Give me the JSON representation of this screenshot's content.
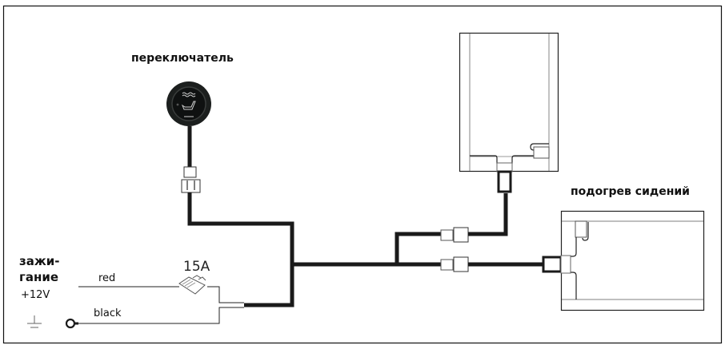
{
  "diagram": {
    "title": "",
    "labels": {
      "switch": "переключатель",
      "seat_heaters": "подогрев сидений",
      "ignition_line1": "зажи-",
      "ignition_line2": "гание",
      "voltage": "+12V",
      "red_wire": "red",
      "black_wire": "black",
      "fuse_rating": "15A"
    },
    "components": [
      {
        "id": "switch",
        "name": "Seat heater rocker switch"
      },
      {
        "id": "fuse",
        "name": "Blade fuse",
        "rating": "15A"
      },
      {
        "id": "ground",
        "name": "Ground terminal"
      },
      {
        "id": "heater-backrest",
        "name": "Seat backrest heating pad"
      },
      {
        "id": "heater-cushion",
        "name": "Seat cushion heating pad"
      }
    ],
    "colors": {
      "thick_wire": "#1a1a1a",
      "thin_wire": "#222222",
      "pad_outline": "#222222",
      "pad_inner_line": "#888888",
      "switch_body": "#1c1f1e"
    }
  }
}
